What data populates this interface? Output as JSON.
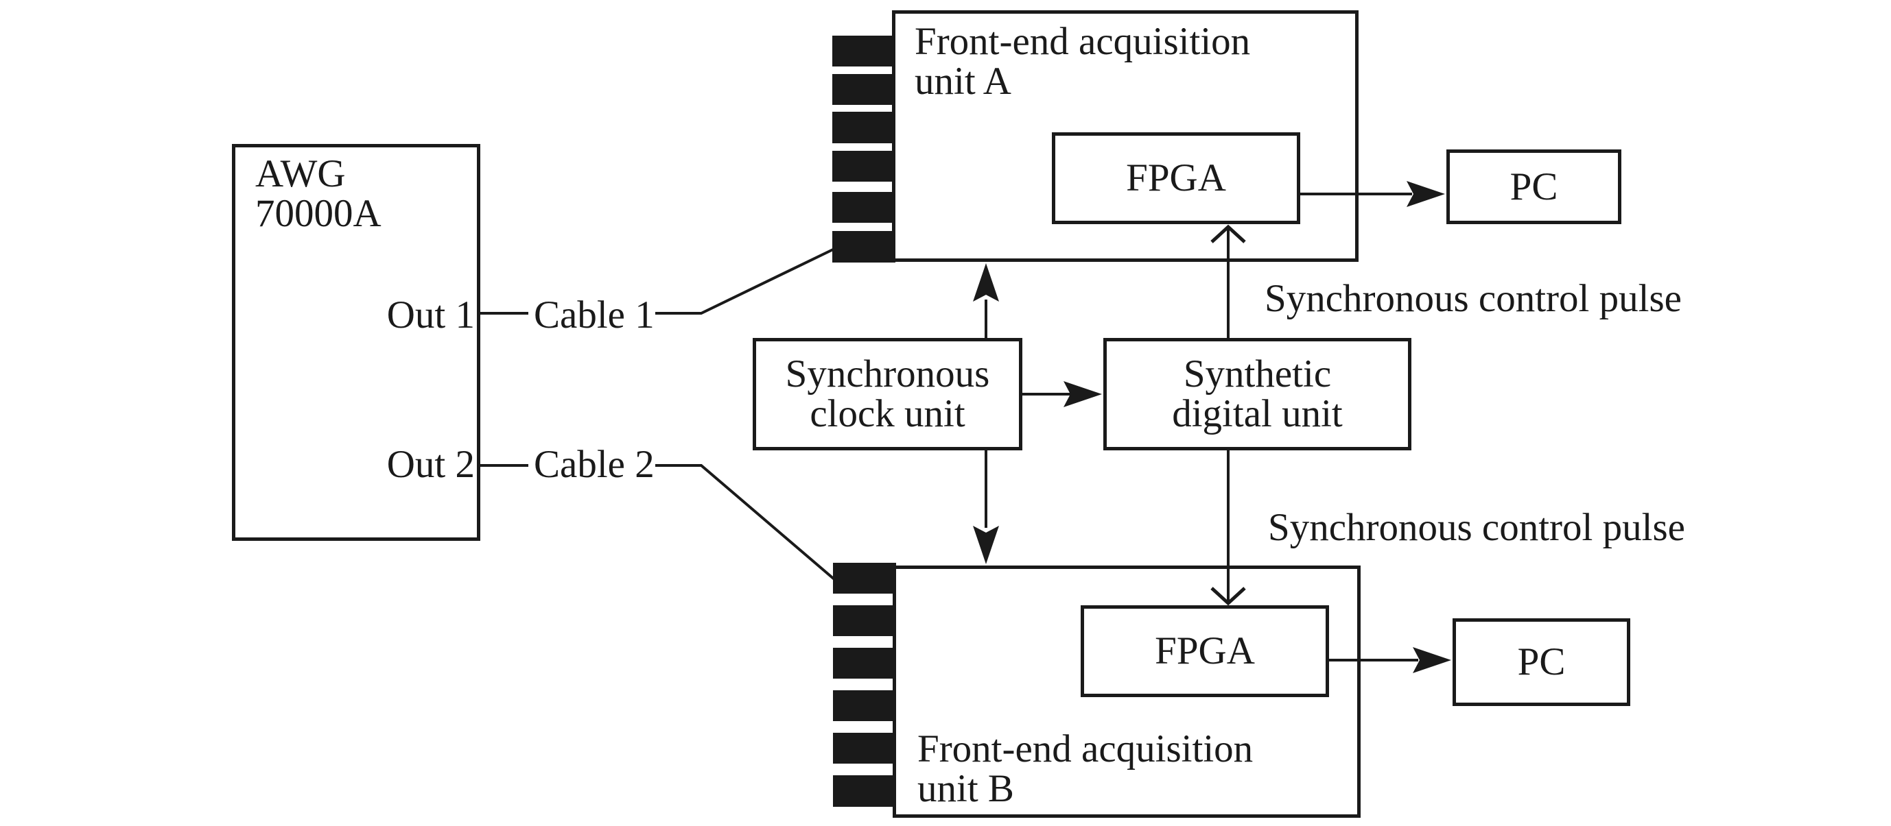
{
  "figure": {
    "background_color": "#ffffff",
    "line_color": "#1a1a1a",
    "boxes": {
      "awg": {
        "label_line1": "AWG",
        "label_line2": "70000A"
      },
      "unit_a": {
        "label_line1": "Front-end acquisition",
        "label_line2": "unit A",
        "connector_teeth_count": 6
      },
      "unit_b": {
        "label_line1": "Front-end acquisition",
        "label_line2": "unit B",
        "connector_teeth_count": 6
      },
      "fpga_a": {
        "label": "FPGA"
      },
      "fpga_b": {
        "label": "FPGA"
      },
      "pc_a": {
        "label": "PC"
      },
      "pc_b": {
        "label": "PC"
      },
      "clock": {
        "label_line1": "Synchronous",
        "label_line2": "clock unit"
      },
      "synthetic": {
        "label_line1": "Synthetic",
        "label_line2": "digital unit"
      }
    },
    "labels": {
      "out1": "Out 1",
      "out2": "Out 2",
      "cable1": "Cable 1",
      "cable2": "Cable 2",
      "pulse_top": "Synchronous control pulse",
      "pulse_bottom": "Synchronous control pulse"
    },
    "connections": [
      {
        "from": "AWG 70000A Out 1",
        "to": "Front-end acquisition unit A",
        "via": "Cable 1",
        "arrow": "none"
      },
      {
        "from": "AWG 70000A Out 2",
        "to": "Front-end acquisition unit B",
        "via": "Cable 2",
        "arrow": "none"
      },
      {
        "from": "Synchronous clock unit",
        "to": "Front-end acquisition unit A",
        "arrow": "solid-up"
      },
      {
        "from": "Synchronous clock unit",
        "to": "Front-end acquisition unit B",
        "arrow": "solid-down"
      },
      {
        "from": "Synchronous clock unit",
        "to": "Synthetic digital unit",
        "arrow": "solid-right"
      },
      {
        "from": "Synthetic digital unit",
        "to": "FPGA (unit A)",
        "label": "Synchronous control pulse",
        "arrow": "open-up"
      },
      {
        "from": "Synthetic digital unit",
        "to": "FPGA (unit B)",
        "label": "Synchronous control pulse",
        "arrow": "open-down"
      },
      {
        "from": "FPGA (unit A)",
        "to": "PC",
        "arrow": "solid-right"
      },
      {
        "from": "FPGA (unit B)",
        "to": "PC",
        "arrow": "solid-right"
      }
    ]
  }
}
